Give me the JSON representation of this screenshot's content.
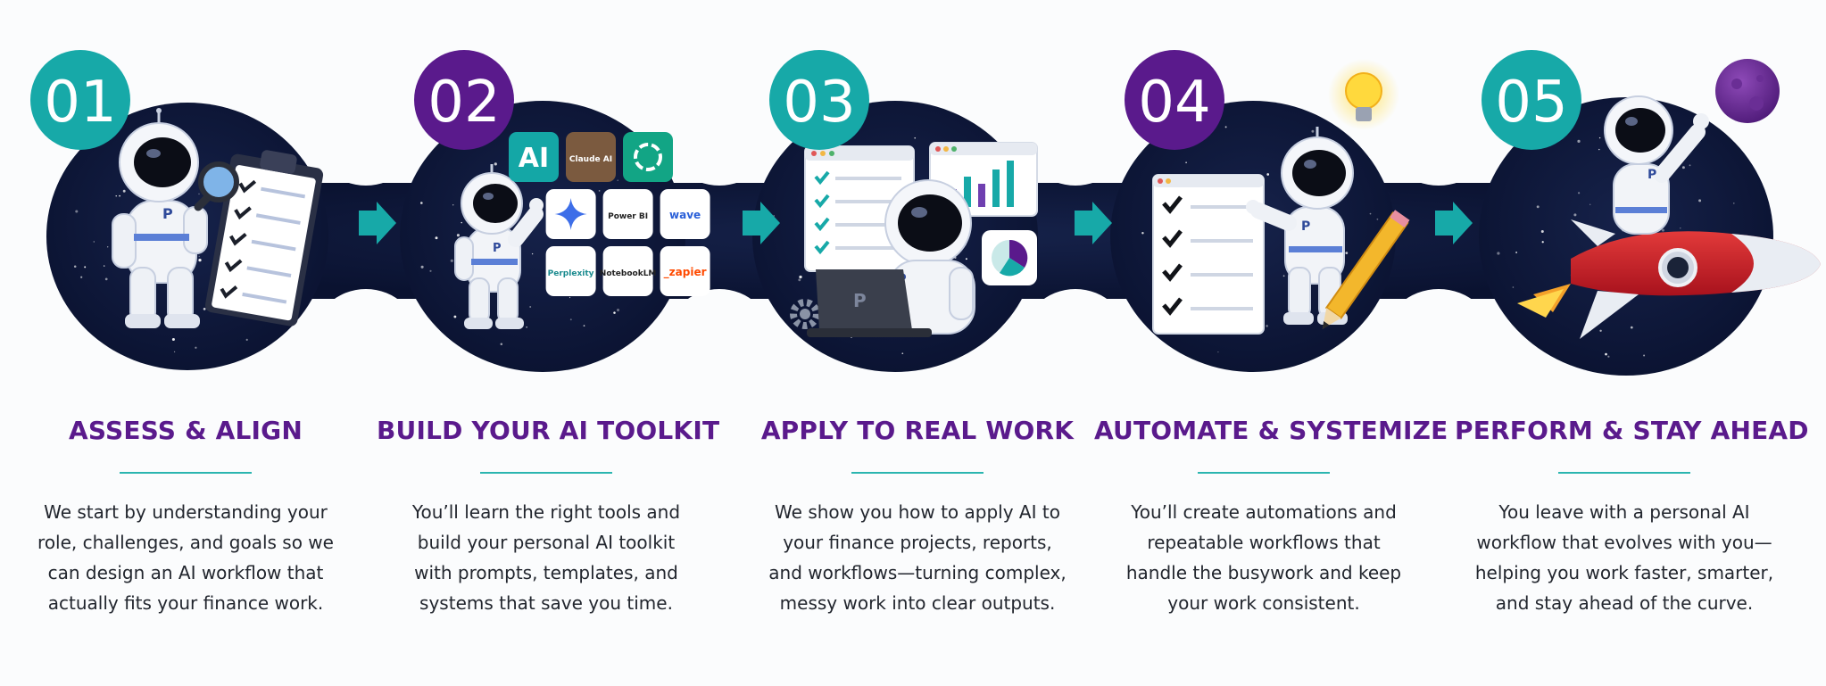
{
  "colors": {
    "teal": "#17a9a8",
    "purple": "#5a1a8c",
    "navy": "#0c1535",
    "title": "#5a1a8c",
    "rule": "#2bb5b0"
  },
  "steps": [
    {
      "number": "01",
      "badge_color": "#17a9a8",
      "title": "ASSESS & ALIGN",
      "description_lines": [
        "We start by understanding your",
        "role, challenges, and goals so we",
        "can design an AI workflow that",
        "actually fits your finance work."
      ],
      "illustration_icons": [
        "astronaut-icon",
        "magnifier-icon",
        "clipboard-checklist-icon"
      ]
    },
    {
      "number": "02",
      "badge_color": "#5a1a8c",
      "title": "BUILD YOUR AI TOOLKIT",
      "description_lines": [
        "You’ll learn the right tools and",
        "build your personal AI toolkit",
        "with prompts, templates, and",
        "systems that save you time."
      ],
      "illustration_icons": [
        "astronaut-icon"
      ],
      "tools": [
        {
          "label": "AI",
          "bg": "#14a7a6",
          "fg": "#ffffff",
          "icon": "ai-icon"
        },
        {
          "label": "Claude AI",
          "bg": "#7b5a3f",
          "fg": "#ffffff",
          "icon": "claude-icon"
        },
        {
          "label": "",
          "bg": "#12a585",
          "fg": "#ffffff",
          "icon": "chatgpt-icon"
        },
        {
          "label": "",
          "bg": "#ffffff",
          "fg": "#3d6ee8",
          "icon": "gemini-icon"
        },
        {
          "label": "Power BI",
          "bg": "#ffffff",
          "fg": "#222222",
          "icon": "powerbi-icon"
        },
        {
          "label": "wave",
          "bg": "#ffffff",
          "fg": "#2a5fd8",
          "icon": "wave-icon"
        },
        {
          "label": "Perplexity",
          "bg": "#ffffff",
          "fg": "#1b8b8f",
          "icon": "perplexity-icon"
        },
        {
          "label": "NotebookLM",
          "bg": "#ffffff",
          "fg": "#222222",
          "icon": "notebooklm-icon"
        },
        {
          "label": "_zapier",
          "bg": "#ffffff",
          "fg": "#ff4a00",
          "icon": "zapier-icon"
        }
      ]
    },
    {
      "number": "03",
      "badge_color": "#17a9a8",
      "title": "APPLY TO REAL WORK",
      "description_lines": [
        "We show you how to apply AI to",
        "your finance projects, reports,",
        "and workflows—turning complex,",
        "messy work into clear outputs."
      ],
      "illustration_icons": [
        "astronaut-icon",
        "laptop-icon",
        "checklist-window-icon",
        "bar-chart-window-icon",
        "pie-chart-icon",
        "gear-icon"
      ]
    },
    {
      "number": "04",
      "badge_color": "#5a1a8c",
      "title": "AUTOMATE & SYSTEMIZE",
      "description_lines": [
        "You’ll create automations and",
        "repeatable workflows that",
        "handle the busywork and keep",
        "your work consistent."
      ],
      "illustration_icons": [
        "astronaut-icon",
        "checklist-document-icon",
        "pencil-icon",
        "lightbulb-icon"
      ]
    },
    {
      "number": "05",
      "badge_color": "#17a9a8",
      "title": "PERFORM & STAY AHEAD",
      "description_lines": [
        "You leave with a personal AI",
        "workflow that evolves with you—",
        "helping you work faster, smarter,",
        "and stay ahead of the curve."
      ],
      "illustration_icons": [
        "astronaut-icon",
        "rocket-icon",
        "planet-icon"
      ]
    }
  ],
  "connectors": [
    "arrow-right-icon",
    "arrow-right-icon",
    "arrow-right-icon",
    "arrow-right-icon"
  ]
}
